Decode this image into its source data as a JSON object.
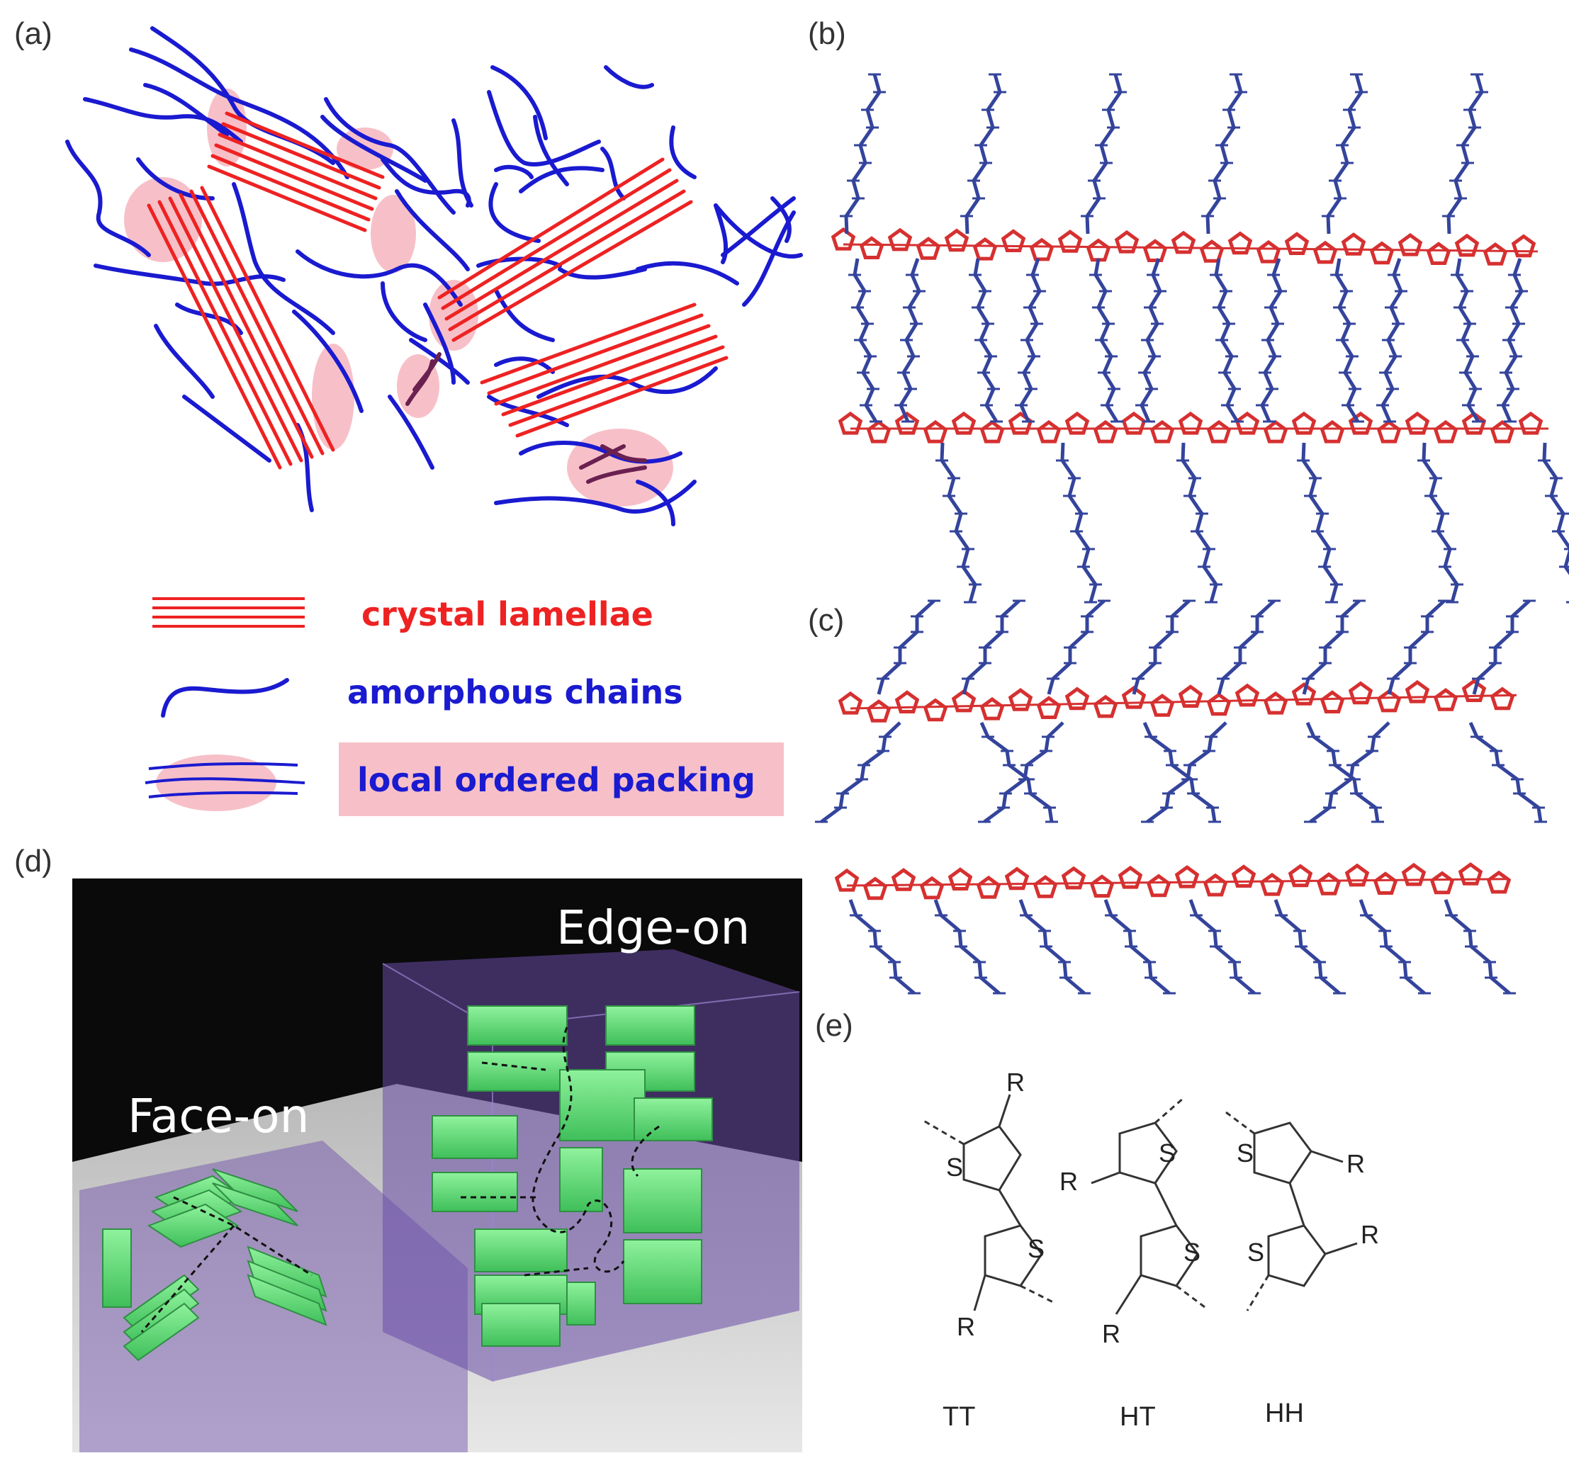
{
  "panels": {
    "a": "(a)",
    "b": "(b)",
    "c": "(c)",
    "d": "(d)",
    "e": "(e)"
  },
  "legend": {
    "crystal": "crystal lamellae",
    "amorphous": "amorphous chains",
    "local": "local ordered packing"
  },
  "orientation": {
    "face_on": "Face-on",
    "edge_on": "Edge-on"
  },
  "chemistry": {
    "tt": "TT",
    "ht": "HT",
    "hh": "HH",
    "sulfur": "S",
    "substituent": "R"
  },
  "colors": {
    "crystal": "#ee2222",
    "amorphous": "#1a1ad0",
    "local_fill": "#f7c0c8",
    "backbone": "#d63030",
    "sidechain": "#34449c",
    "green": "#5fe07a",
    "purple_box": "#6a4ca8"
  }
}
